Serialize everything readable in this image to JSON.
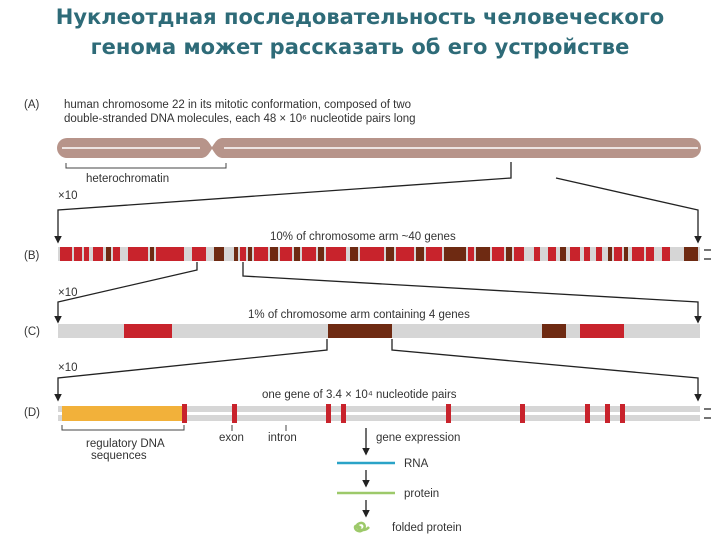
{
  "title": {
    "line1": "Нуклеотдная последовательность человеческого",
    "line2": "генома может рассказать об его устройстве"
  },
  "panels": {
    "a": {
      "letter": "(A)",
      "caption1": "human chromosome 22 in its mitotic conformation, composed of two",
      "caption2": "double-stranded DNA molecules, each 48 × 10⁶ nucleotide pairs long",
      "heterochromatin": "heterochromatin"
    },
    "b": {
      "letter": "(B)",
      "caption": "10% of chromosome arm ~40 genes"
    },
    "c": {
      "letter": "(C)",
      "caption": "1% of chromosome arm containing 4 genes"
    },
    "d": {
      "letter": "(D)",
      "caption": "one gene of 3.4 × 10⁴ nucleotide pairs",
      "regulatory1": "regulatory DNA",
      "regulatory2": "sequences",
      "exon": "exon",
      "intron": "intron",
      "gene_expression": "gene expression",
      "rna": "RNA",
      "protein": "protein",
      "folded_protein": "folded protein"
    }
  },
  "zoom": {
    "first": "×10",
    "second": "×10",
    "third": "×10"
  },
  "colors": {
    "chromosome": "#b7948a",
    "red_band": "#c8232c",
    "brown_band": "#6e2a12",
    "grey_bar": "#d6d6d6",
    "regulatory": "#f2b13a",
    "rna": "#2aa3c7",
    "protein": "#9dc96a"
  }
}
